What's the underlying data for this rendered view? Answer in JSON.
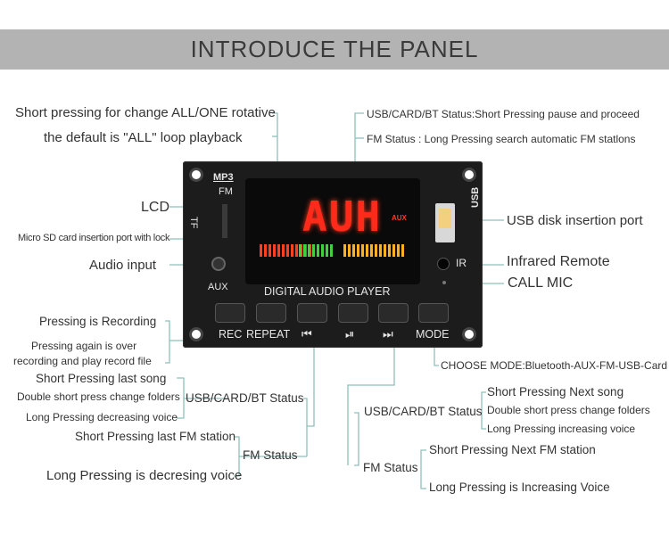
{
  "title": "INTRODUCE THE PANEL",
  "board": {
    "mp3": "MP3",
    "fm": "FM",
    "tf": "TF",
    "aux": "AUX",
    "usb": "USB",
    "ir": "IR",
    "lcd_text": "AUH",
    "lcd_small": "AUX",
    "name": "DIGITAL AUDIO PLAYER",
    "buttons": [
      "REC",
      "REPEAT",
      "⏮",
      "⏯",
      "⏭",
      "MODE"
    ]
  },
  "labels": {
    "short_press_change": "Short pressing for change ALL/ONE rotative",
    "default_loop": "the default is \"ALL\" loop playback",
    "lcd": "LCD",
    "micro_sd": "Micro SD card insertion port with lock",
    "audio_input": "Audio input",
    "pressing_recording": "Pressing is Recording",
    "pressing_again_1": "Pressing again is over",
    "pressing_again_2": "recording and play record file",
    "short_last_song": "Short Pressing last song",
    "double_short_dec": "Double short press change folders",
    "long_dec_voice": "Long Pressing decreasing voice",
    "usb_card_bt_left": "USB/CARD/BT Status",
    "short_last_fm": "Short Pressing last FM station",
    "fm_status_left": "FM Status",
    "long_decresing": "Long Pressing is decresing voice",
    "usb_status_pause": "USB/CARD/BT Status:Short Pressing pause and proceed",
    "fm_status_search": "FM Status : Long Pressing search automatic FM statlons",
    "usb_disk": "USB disk insertion port",
    "infrared": "Infrared Remote",
    "call_mic": "CALL MIC",
    "choose_mode": "CHOOSE MODE:Bluetooth-AUX-FM-USB-Card",
    "short_next_song": "Short Pressing Next song",
    "double_short_inc": "Double short press change folders",
    "long_inc_voice": "Long Pressing increasing voice",
    "usb_card_bt_right": "USB/CARD/BT Status",
    "short_next_fm": "Short Pressing Next FM station",
    "fm_status_right": "FM Status",
    "long_inc": "Long Pressing is Increasing Voice"
  },
  "colors": {
    "line": "#8fc0bb",
    "banner": "#b3b3b3",
    "lcd_red": "#ff2a1a"
  }
}
